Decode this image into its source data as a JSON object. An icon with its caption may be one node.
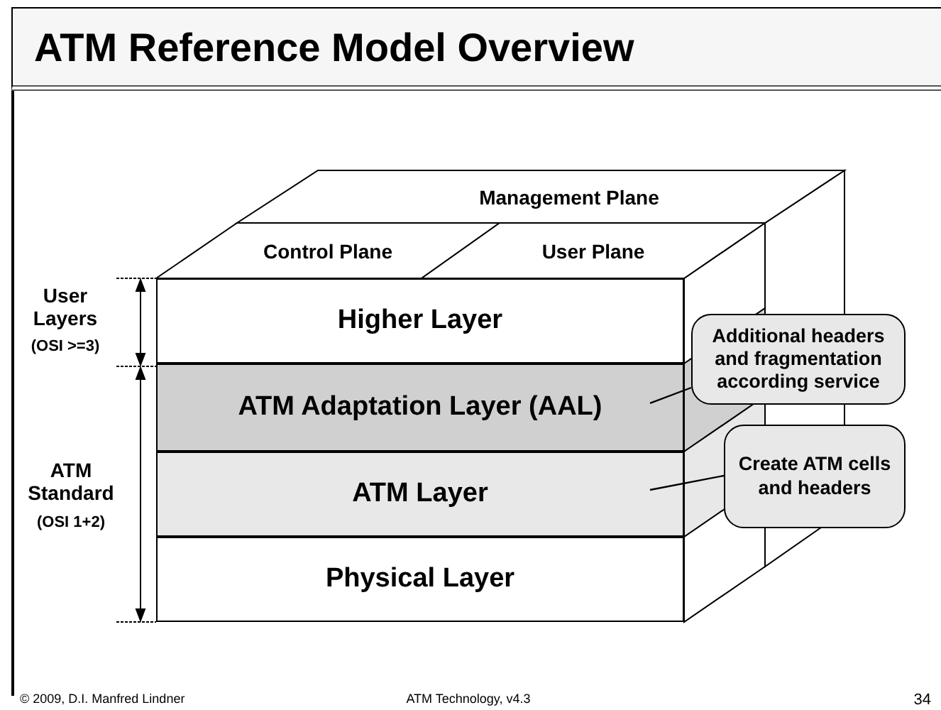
{
  "diagram": {
    "title": "ATM Reference Model Overview",
    "nodes": [
      {
        "text": [
          "Management Plane"
        ]
      },
      {
        "text": [
          "Control Plane"
        ]
      },
      {
        "text": [
          "User Plane"
        ]
      },
      {
        "text": [
          "Higher Layer"
        ]
      },
      {
        "text": [
          "ATM Adaptation Layer (AAL)"
        ]
      },
      {
        "text": [
          "ATM Layer"
        ]
      },
      {
        "text": [
          "Physical Layer"
        ]
      },
      {
        "text": [
          "Additional headers and fragmentation according service"
        ]
      },
      {
        "text": [
          "Create ATM cells and headers"
        ]
      }
    ],
    "edges": [
      {
        "from": 7,
        "to": 4,
        "arrow": "none"
      },
      {
        "from": 8,
        "to": 5,
        "arrow": "none"
      }
    ],
    "labels": [
      "User Layers",
      "(OSI >=3)",
      "ATM Standard",
      "(OSI 1+2)",
      "© 2009, D.I. Manfred Lindner",
      "ATM Technology, v4.3",
      "34"
    ]
  }
}
